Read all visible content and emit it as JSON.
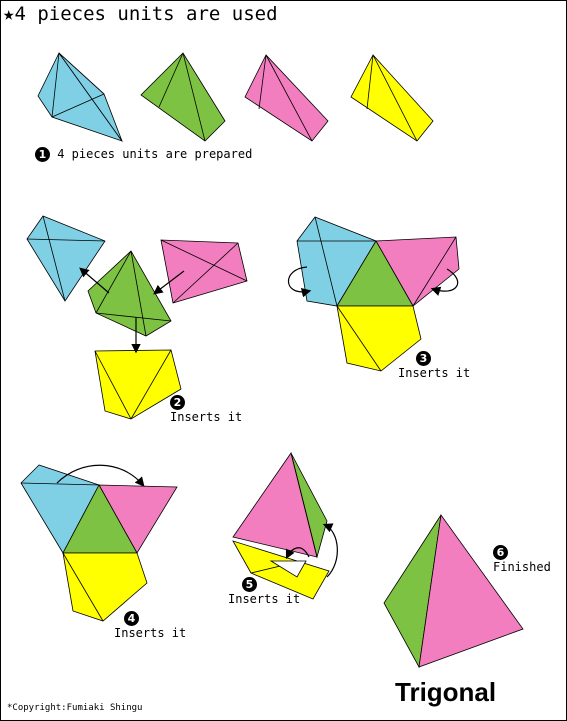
{
  "header": {
    "title": "★4 pieces units are used"
  },
  "steps": [
    {
      "number": "1",
      "label": "4 pieces units are prepared"
    },
    {
      "number": "2",
      "label": "Inserts it"
    },
    {
      "number": "3",
      "label": "Inserts it"
    },
    {
      "number": "4",
      "label": "Inserts it"
    },
    {
      "number": "5",
      "label": "Inserts it"
    },
    {
      "number": "6",
      "label": "Finished"
    }
  ],
  "final_title": "Trigonal",
  "copyright": "*Copyright:Fumiaki Shingu",
  "colors": {
    "blue": "#7fd0e5",
    "green": "#7dc242",
    "pink": "#f27ec0",
    "yellow": "#ffff00",
    "line": "#000000"
  }
}
